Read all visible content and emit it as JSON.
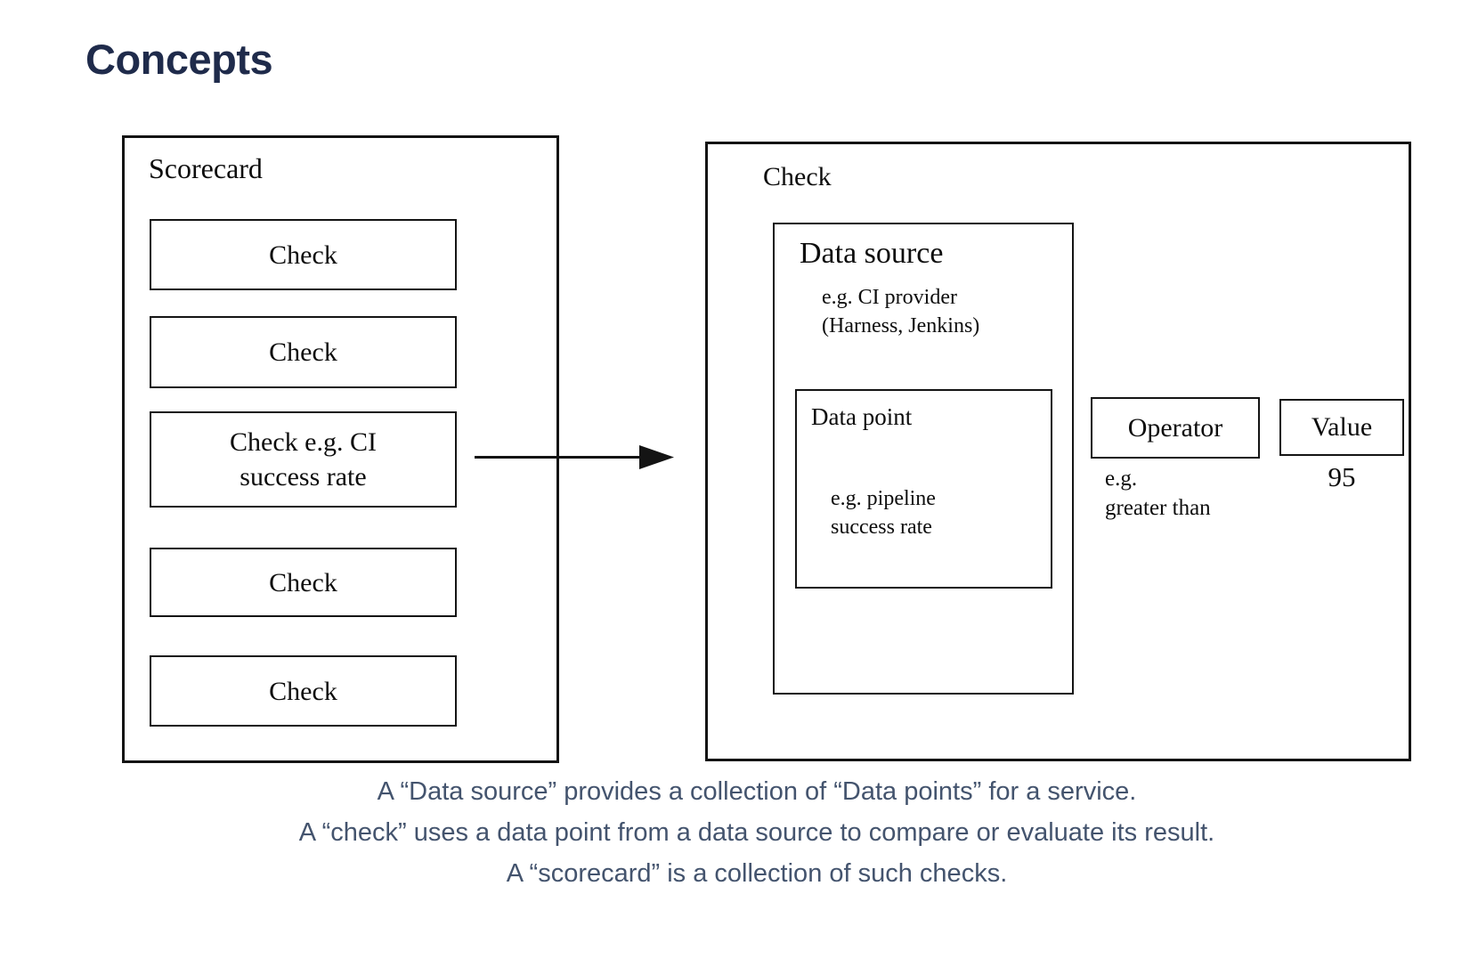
{
  "page": {
    "title": "Concepts"
  },
  "diagram": {
    "scorecard": {
      "label": "Scorecard",
      "checks": [
        {
          "label": "Check"
        },
        {
          "label": "Check"
        },
        {
          "label": "Check e.g. CI\nsuccess rate"
        },
        {
          "label": "Check"
        },
        {
          "label": "Check"
        }
      ]
    },
    "check_detail": {
      "label": "Check",
      "data_source": {
        "label": "Data source",
        "example": "e.g. CI provider\n(Harness, Jenkins)",
        "data_point": {
          "label": "Data point",
          "example": "e.g. pipeline\nsuccess rate"
        }
      },
      "operator": {
        "label": "Operator",
        "example": "e.g.\ngreater than"
      },
      "value": {
        "label": "Value",
        "example": "95"
      }
    }
  },
  "caption": {
    "line1": "A “Data source” provides a collection of “Data points” for a service.",
    "line2": "A “check” uses a data point from a data source to compare or evaluate its result.",
    "line3": "A “scorecard” is a collection of such checks."
  },
  "colors": {
    "title": "#1F2B4B",
    "caption_text": "#44546E",
    "diagram_stroke": "#141414",
    "background": "#FFFFFF"
  }
}
